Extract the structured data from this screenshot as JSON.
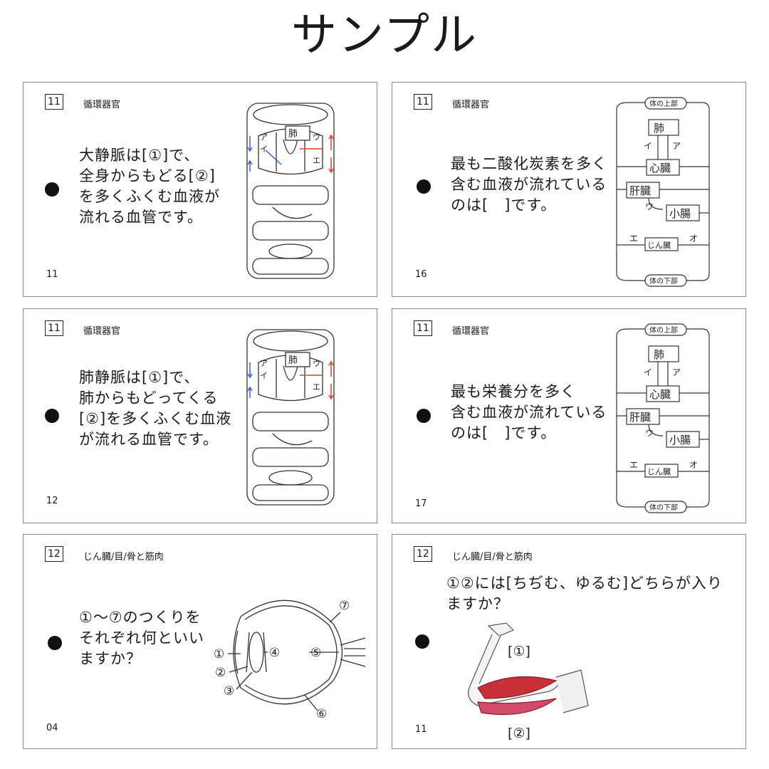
{
  "banner": "サンプル",
  "cards": [
    {
      "chapter": "11",
      "topic": "循環器官",
      "question": "大静脈は[①]で、\n全身からもどる[②]\nを多くふくむ血液が\n流れる血管です。",
      "page": "11",
      "figure": {
        "lung": "肺",
        "a": "ア",
        "i": "イ",
        "u": "ウ",
        "e": "エ"
      }
    },
    {
      "chapter": "11",
      "topic": "循環器官",
      "question": "最も二酸化炭素を多く\n含む血液が流れている\nのは[　]です。",
      "page": "16",
      "figure": {
        "upper": "体の上部",
        "lung": "肺",
        "heart": "心臓",
        "liver": "肝臓",
        "intestine": "小腸",
        "kidney": "じん臓",
        "lower": "体の下部",
        "a": "ア",
        "i": "イ",
        "u": "ウ",
        "e": "エ",
        "o": "オ"
      }
    },
    {
      "chapter": "11",
      "topic": "循環器官",
      "question": "肺静脈は[①]で、\n肺からもどってくる\n[②]を多くふくむ血液\nが流れる血管です。",
      "page": "12",
      "figure": {
        "lung": "肺",
        "a": "ア",
        "i": "イ",
        "u": "ウ",
        "e": "エ"
      }
    },
    {
      "chapter": "11",
      "topic": "循環器官",
      "question": "最も栄養分を多く\n含む血液が流れている\nのは[　]です。",
      "page": "17",
      "figure": {
        "upper": "体の上部",
        "lung": "肺",
        "heart": "心臓",
        "liver": "肝臓",
        "intestine": "小腸",
        "kidney": "じん臓",
        "lower": "体の下部",
        "a": "ア",
        "i": "イ",
        "u": "ウ",
        "e": "エ",
        "o": "オ"
      }
    },
    {
      "chapter": "12",
      "topic": "じん臓/目/骨と筋肉",
      "question": "①〜⑦のつくりを\nそれぞれ何といい\nますか？",
      "page": "04",
      "figure": {
        "l1": "①",
        "l2": "②",
        "l3": "③",
        "l4": "④",
        "l5": "⑤",
        "l6": "⑥",
        "l7": "⑦"
      }
    },
    {
      "chapter": "12",
      "topic": "じん臓/目/骨と筋肉",
      "question": "①②には[ちぢむ、ゆるむ]どちらが入り\nますか？",
      "page": "11",
      "figure": {
        "l1": "[①]",
        "l2": "[②]"
      }
    }
  ],
  "colors": {
    "artery": "#e0402a",
    "vein": "#3a64c8",
    "muscle": "#c8303a",
    "line": "#333333"
  }
}
